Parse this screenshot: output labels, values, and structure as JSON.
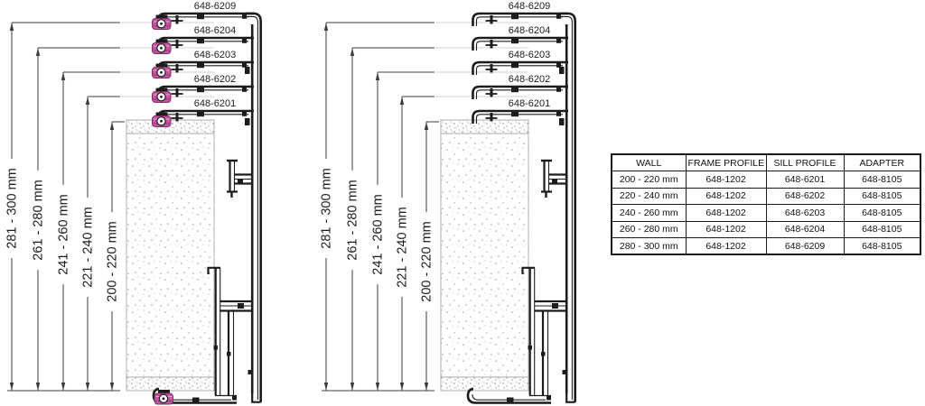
{
  "page": {
    "background": "#ffffff"
  },
  "diagrams": [
    {
      "id": "sill-section-with-adapter-rollers",
      "sill_labels": [
        "648-6209",
        "648-6204",
        "648-6203",
        "648-6202",
        "648-6201"
      ],
      "dimension_labels": [
        "281 - 300 mm",
        "261 - 280 mm",
        "241 - 260 mm",
        "221 - 240 mm",
        "200 - 220 mm"
      ]
    },
    {
      "id": "sill-section-without-adapter-rollers",
      "sill_labels": [
        "648-6209",
        "648-6204",
        "648-6203",
        "648-6202",
        "648-6201"
      ],
      "dimension_labels": [
        "281 - 300 mm",
        "261 - 280 mm",
        "241 - 260 mm",
        "221 - 240 mm",
        "200 - 220 mm"
      ]
    }
  ],
  "table": {
    "headers": [
      "WALL",
      "FRAME PROFILE",
      "SILL PROFILE",
      "ADAPTER"
    ],
    "rows": [
      [
        "200 - 220 mm",
        "648-1202",
        "648-6201",
        "648-8105"
      ],
      [
        "220 - 240 mm",
        "648-1202",
        "648-6202",
        "648-8105"
      ],
      [
        "240 - 260 mm",
        "648-1202",
        "648-6203",
        "648-8105"
      ],
      [
        "260 - 280 mm",
        "648-1202",
        "648-6204",
        "648-8105"
      ],
      [
        "280 - 300 mm",
        "648-1202",
        "648-6209",
        "648-8105"
      ]
    ]
  },
  "colors": {
    "adapter_highlight": "#c2569f",
    "adapter_highlight_dark": "#7e2f68",
    "profile_line": "#1c1c1c",
    "dimension_line": "#3c3c3c",
    "wall_speckle": "#9a9a9a",
    "extension_line": "#cfcfcf"
  }
}
